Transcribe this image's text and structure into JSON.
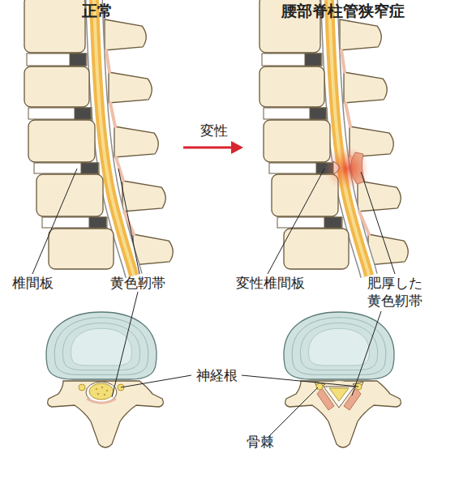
{
  "diagram": {
    "labels": [
      "正常",
      "腰部脊柱管狭窄症",
      "変性",
      "椎間板",
      "黄色靭帯",
      "変性椎間板",
      "肥厚した 黄色靭帯",
      "神経根",
      "骨棘"
    ]
  }
}
